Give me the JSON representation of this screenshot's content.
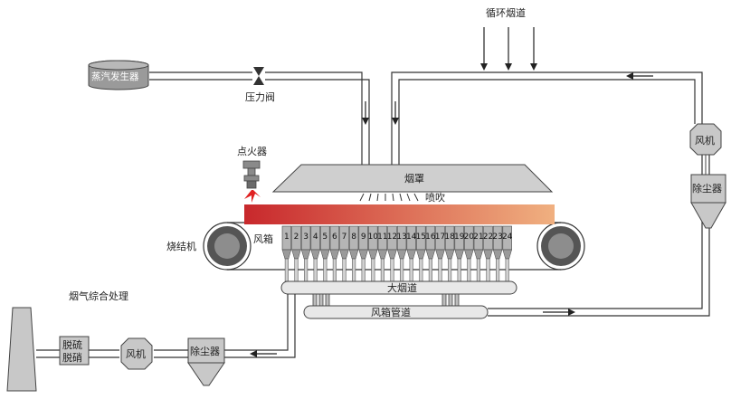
{
  "labels": {
    "circulation_duct": "循环烟道",
    "steam_generator": "蒸汽发生器",
    "pressure_valve": "压力阀",
    "igniter": "点火器",
    "hood": "烟罩",
    "spray": "喷吹",
    "wind_box": "风箱",
    "sintering_machine": "烧结机",
    "main_flue": "大烟道",
    "wind_box_pipe": "风箱管道",
    "flue_gas_treatment": "烟气综合处理",
    "desulf_line1": "脱硫",
    "desulf_line2": "脱硝",
    "fan_left": "风机",
    "dust_left": "除尘器",
    "fan_right": "风机",
    "dust_right": "除尘器"
  },
  "wind_box_numbers": [
    "1",
    "2",
    "3",
    "4",
    "5",
    "6",
    "7",
    "8",
    "9",
    "10",
    "11",
    "12",
    "13",
    "14",
    "15",
    "16",
    "17",
    "18",
    "19",
    "20",
    "21",
    "22",
    "23",
    "24"
  ],
  "colors": {
    "bed_start": "#c8282c",
    "bed_end": "#f0b080",
    "equipment_gray": "#c8c8c8",
    "dark_gray": "#707070",
    "flame": "#e02020"
  }
}
